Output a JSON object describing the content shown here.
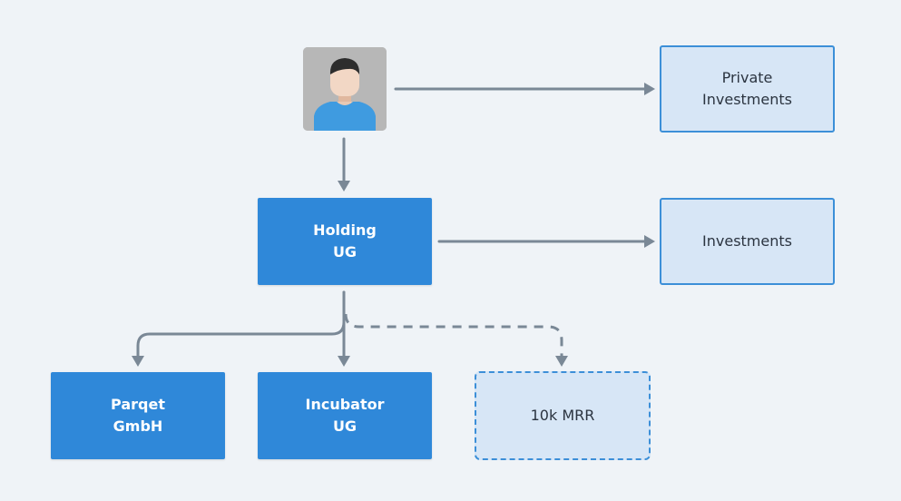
{
  "nodes": {
    "private_investments": {
      "line1": "Private",
      "line2": "Investments"
    },
    "holding": {
      "line1": "Holding",
      "line2": "UG"
    },
    "investments": {
      "line1": "Investments"
    },
    "parqet": {
      "line1": "Parqet",
      "line2": "GmbH"
    },
    "incubator": {
      "line1": "Incubator",
      "line2": "UG"
    },
    "mrr": {
      "line1": "10k MRR"
    }
  },
  "colors": {
    "background": "#eff3f7",
    "solid_box": "#2f88d9",
    "light_box": "#d7e6f6",
    "box_border": "#3c8fd8",
    "connector": "#7a8896"
  },
  "icons": {
    "person": "person-avatar-icon"
  }
}
